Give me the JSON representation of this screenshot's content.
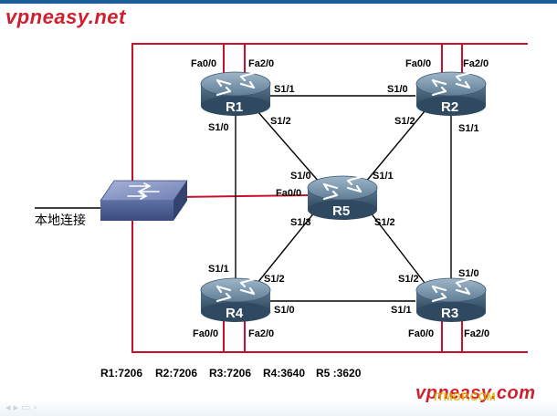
{
  "logo": {
    "top": "vpneasy.net",
    "bottom": "vpneasy.com",
    "watermark": "ITMOP.COM"
  },
  "colors": {
    "frame": "#c8102e",
    "link": "#000000",
    "router_body": "#47667f",
    "switch_body": "#5b6e99"
  },
  "routers": [
    {
      "id": "R1",
      "label": "R1"
    },
    {
      "id": "R2",
      "label": "R2"
    },
    {
      "id": "R3",
      "label": "R3"
    },
    {
      "id": "R4",
      "label": "R4"
    },
    {
      "id": "R5",
      "label": "R5"
    }
  ],
  "switch": {
    "label": "本地连接"
  },
  "interfaces": {
    "r1_fa00": "Fa0/0",
    "r1_fa20": "Fa2/0",
    "r1_s11": "S1/1",
    "r1_s12": "S1/2",
    "r1_s10": "S1/0",
    "r2_fa00": "Fa0/0",
    "r2_fa20": "Fa2/0",
    "r2_s10": "S1/0",
    "r2_s12": "S1/2",
    "r2_s11": "S1/1",
    "r5_s10": "S1/0",
    "r5_s11": "S1/1",
    "r5_fa00": "Fa0/0",
    "r5_s13": "S1/3",
    "r5_s12": "S1/2",
    "r4_s11": "S1/1",
    "r4_s12": "S1/2",
    "r4_s10": "S1/0",
    "r4_fa00": "Fa0/0",
    "r4_fa20": "Fa2/0",
    "r3_s10": "S1/0",
    "r3_s12": "S1/2",
    "r3_s11": "S1/1",
    "r3_fa00": "Fa0/0",
    "r3_fa20": "Fa2/0"
  },
  "models": [
    "R1:7206",
    "R2:7206",
    "R3:7206",
    "R4:3640",
    "R5 :3620"
  ],
  "footer_nav": "◂ ▸ ▭ ▫"
}
